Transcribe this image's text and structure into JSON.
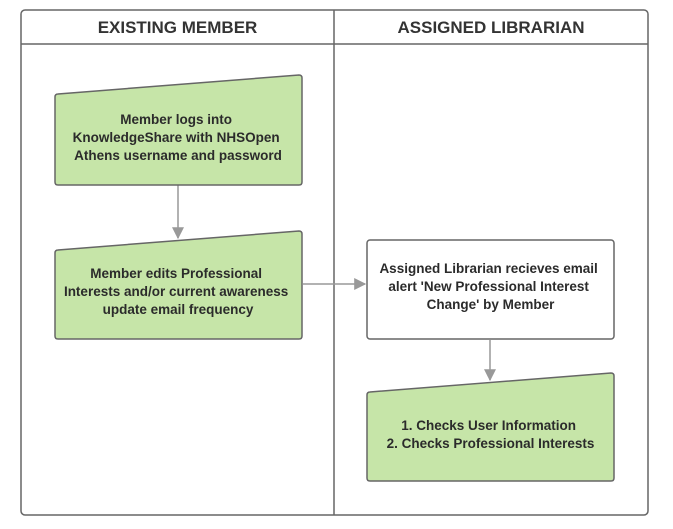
{
  "lanes": [
    {
      "title": "EXISTING MEMBER"
    },
    {
      "title": "ASSIGNED LIBRARIAN"
    }
  ],
  "nodes": {
    "login": {
      "lines": [
        "Member logs into",
        "KnowledgeShare with NHSOpen",
        "Athens username and password"
      ]
    },
    "edit": {
      "lines": [
        "Member edits Professional",
        "Interests and/or current awareness",
        "update email frequency"
      ]
    },
    "alert": {
      "lines": [
        "Assigned Librarian recieves email",
        "alert 'New Professional Interest",
        "Change' by Member"
      ]
    },
    "checks": {
      "lines": [
        "1. Checks User Information",
        "2. Checks Professional Interests"
      ]
    }
  },
  "colors": {
    "manual_input_fill": "#c6e5a8",
    "process_fill": "#ffffff",
    "border": "#666666",
    "arrow": "#999999"
  }
}
